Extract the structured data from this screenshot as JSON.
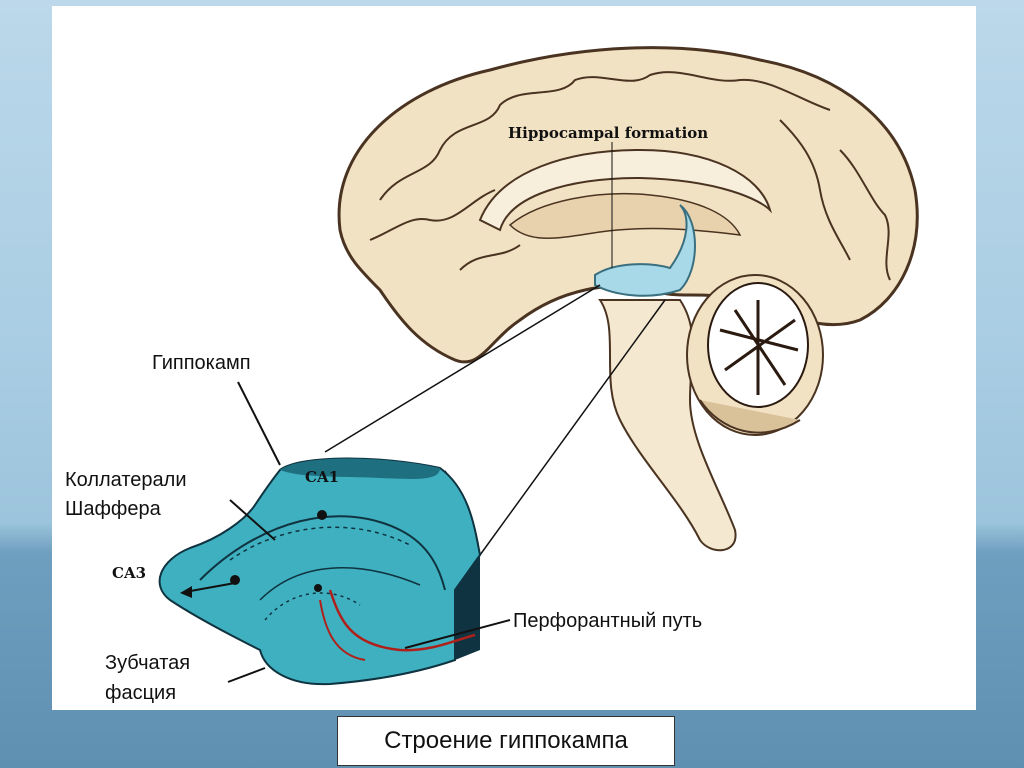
{
  "figure": {
    "header_label": "Hippocampal formation",
    "region_ca1": "CA1",
    "region_ca3": "CA3"
  },
  "labels": {
    "hippocampus": "Гиппокамп",
    "schaffer_line1": "Коллатерали",
    "schaffer_line2": "Шаффера",
    "perforant_path": "Перфорантный путь",
    "dentate_line1": "Зубчатая",
    "dentate_line2": "фасция"
  },
  "caption": "Строение гиппокампа",
  "colors": {
    "slice_fill": "#3fb0bf",
    "slice_dark": "#0f3340",
    "brain_fill": "#f2e2c4",
    "brain_stroke": "#4a3320",
    "red_path": "#b0201a"
  }
}
